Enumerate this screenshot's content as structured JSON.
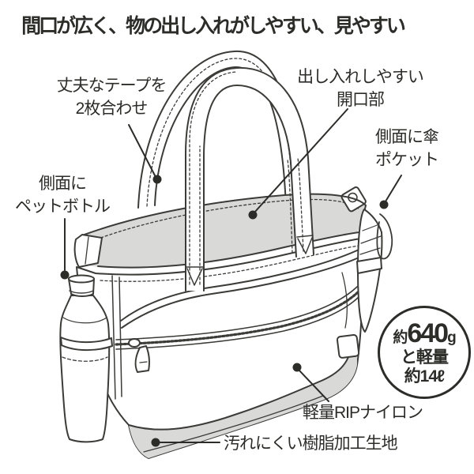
{
  "title": "間口が広く、物の出し入れがしやすい、見やすい",
  "labels": {
    "tape": {
      "line1": "丈夫なテープを",
      "line2": "2枚合わせ"
    },
    "opening": {
      "line1": "出し入れしやすい",
      "line2": "開口部"
    },
    "umbrella_pocket": {
      "line1": "側面に傘",
      "line2": "ポケット"
    },
    "bottle": {
      "line1": "側面に",
      "line2": "ペットボトル"
    },
    "ripstop": "軽量RIPナイロン",
    "stain_resistant": "汚れにくい樹脂加工生地"
  },
  "badge": {
    "prefix": "約",
    "value": "640",
    "unit": "g",
    "lightweight": "と軽量",
    "capacity": "約14ℓ"
  },
  "colors": {
    "ink": "#3b3b38",
    "text": "#2c2c29",
    "interior_gray": "#d9d9d8",
    "bottom_gray": "#d9d9d8",
    "background": "#ffffff"
  }
}
